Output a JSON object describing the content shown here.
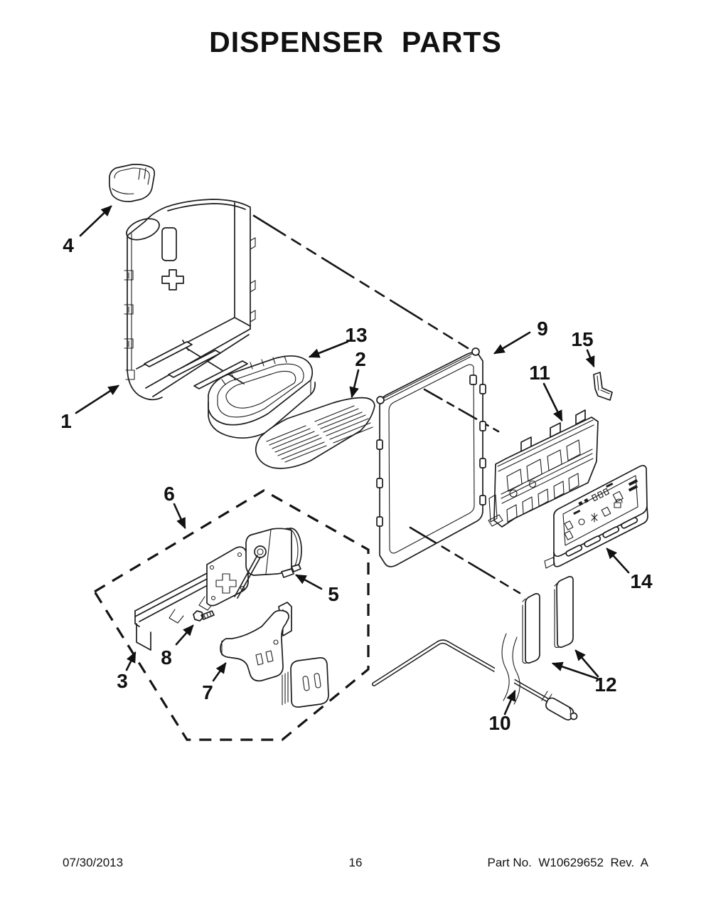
{
  "title": "DISPENSER  PARTS",
  "callouts": {
    "c1": "1",
    "c2": "2",
    "c3": "3",
    "c4": "4",
    "c5": "5",
    "c6": "6",
    "c7": "7",
    "c8": "8",
    "c9": "9",
    "c10": "10",
    "c11": "11",
    "c12": "12",
    "c13": "13",
    "c14": "14",
    "c15": "15"
  },
  "footer": {
    "date": "07/30/2013",
    "page": "16",
    "part_label": "Part No.  W10629652  Rev.  A"
  }
}
